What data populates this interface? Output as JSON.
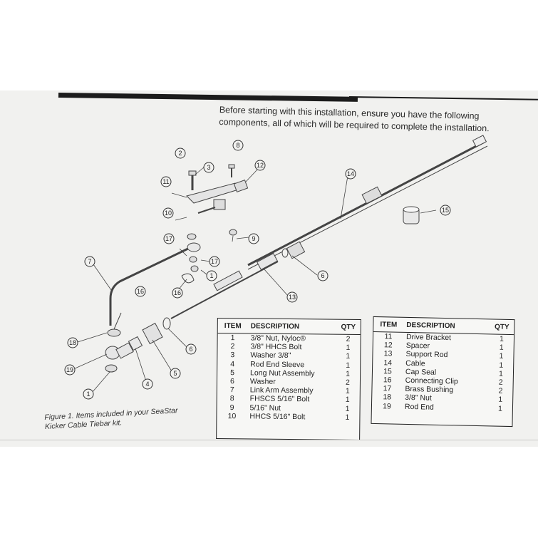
{
  "intro": {
    "line1": "Before starting with this installation, ensure you have the following",
    "line2": "components, all of which will be required to complete the installation."
  },
  "caption": {
    "line1": "Figure 1. Items included in your SeaStar",
    "line2": "Kicker Cable Tiebar kit."
  },
  "table_headers": {
    "item": "ITEM",
    "description": "DESCRIPTION",
    "qty": "QTY"
  },
  "parts_left": [
    {
      "item": "1",
      "description": "3/8\" Nut, Nyloc®",
      "qty": "2"
    },
    {
      "item": "2",
      "description": "3/8\" HHCS Bolt",
      "qty": "1"
    },
    {
      "item": "3",
      "description": "Washer 3/8\"",
      "qty": "1"
    },
    {
      "item": "4",
      "description": "Rod End Sleeve",
      "qty": "1"
    },
    {
      "item": "5",
      "description": "Long Nut Assembly",
      "qty": "1"
    },
    {
      "item": "6",
      "description": "Washer",
      "qty": "2"
    },
    {
      "item": "7",
      "description": "Link Arm Assembly",
      "qty": "1"
    },
    {
      "item": "8",
      "description": "FHSCS 5/16\" Bolt",
      "qty": "1"
    },
    {
      "item": "9",
      "description": "5/16\" Nut",
      "qty": "1"
    },
    {
      "item": "10",
      "description": "HHCS 5/16\" Bolt",
      "qty": "1"
    }
  ],
  "parts_right": [
    {
      "item": "11",
      "description": "Drive Bracket",
      "qty": "1"
    },
    {
      "item": "12",
      "description": "Spacer",
      "qty": "1"
    },
    {
      "item": "13",
      "description": "Support Rod",
      "qty": "1"
    },
    {
      "item": "14",
      "description": "Cable",
      "qty": "1"
    },
    {
      "item": "15",
      "description": "Cap Seal",
      "qty": "1"
    },
    {
      "item": "16",
      "description": "Connecting Clip",
      "qty": "2"
    },
    {
      "item": "17",
      "description": "Brass Bushing",
      "qty": "2"
    },
    {
      "item": "18",
      "description": "3/8\" Nut",
      "qty": "1"
    },
    {
      "item": "19",
      "description": "Rod End",
      "qty": "1"
    }
  ],
  "callouts": [
    "1",
    "2",
    "3",
    "4",
    "5",
    "6",
    "7",
    "8",
    "9",
    "10",
    "11",
    "12",
    "13",
    "14",
    "15",
    "16",
    "17",
    "18",
    "19"
  ]
}
